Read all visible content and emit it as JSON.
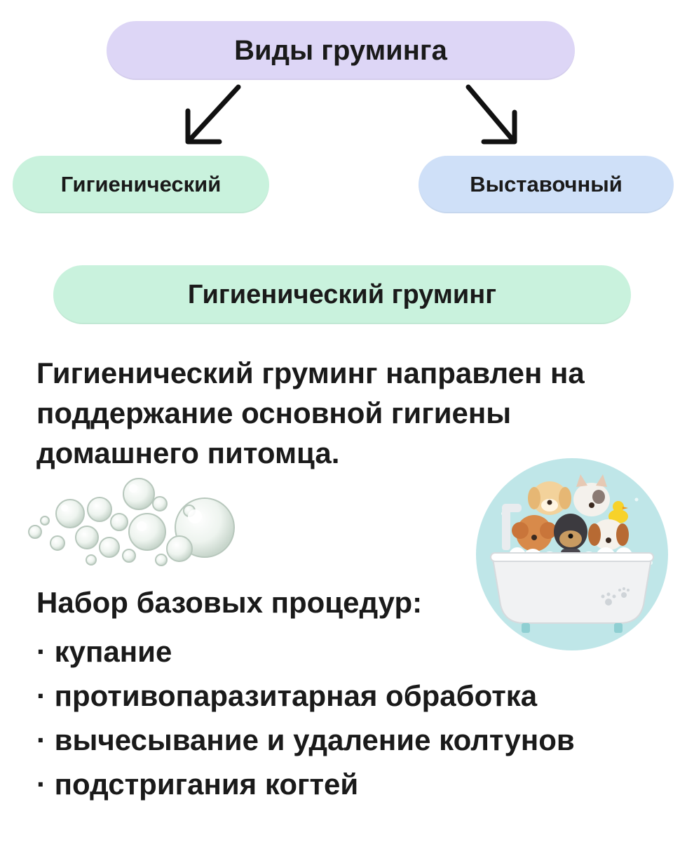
{
  "diagram": {
    "root": {
      "label": "Виды груминга",
      "color": "#ddd6f6"
    },
    "branches": [
      {
        "label": "Гигиенический",
        "color": "#c9f2dd"
      },
      {
        "label": "Выставочный",
        "color": "#cfe0f8"
      }
    ]
  },
  "section": {
    "title": "Гигиенический груминг",
    "color": "#c9f2dd",
    "description_lines": [
      "Гигиенический груминг направлен на",
      "поддержание основной гигиены",
      "домашнего питомца."
    ]
  },
  "procedures": {
    "title": "Набор базовых процедур:",
    "items": [
      "купание",
      "противопаразитарная обработка",
      "вычесывание и удаление колтунов",
      "подстригания когтей"
    ]
  },
  "illustrations": {
    "bubbles_icon": "soap-bubbles-icon",
    "bath_icon": "puppies-in-bathtub-illustration"
  }
}
